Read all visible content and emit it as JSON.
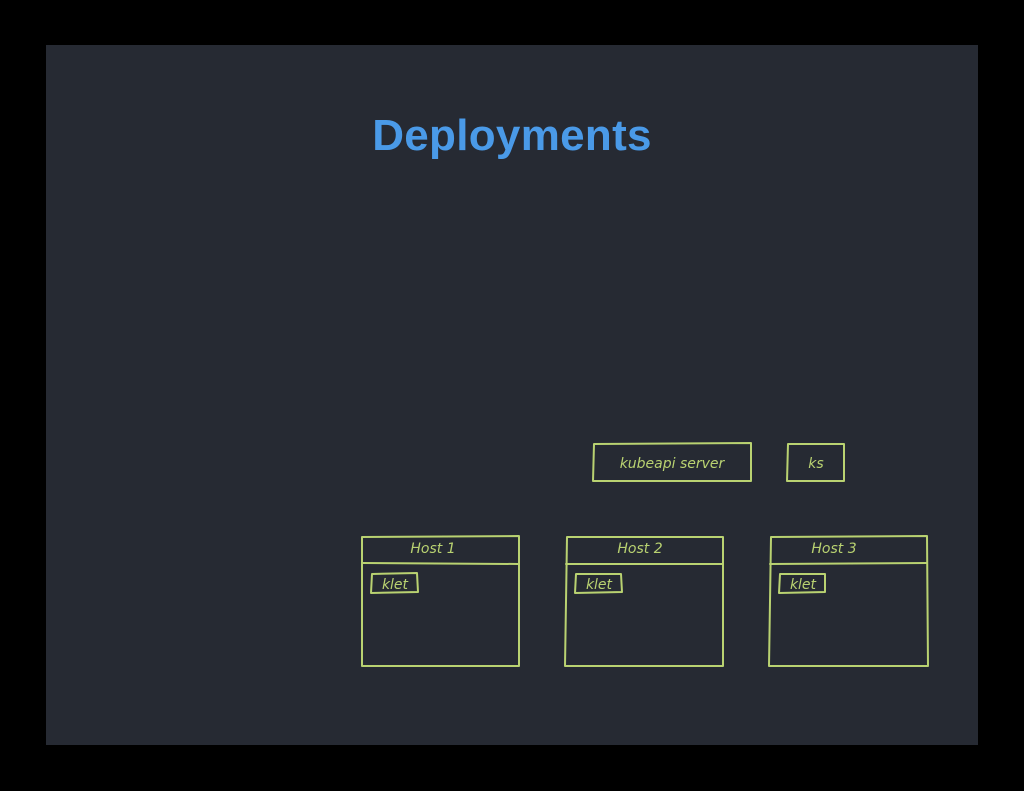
{
  "slide": {
    "title": "Deployments"
  },
  "diagram": {
    "control_plane": {
      "api_server_label": "kubeapi server",
      "scheduler_label": "ks"
    },
    "hosts": [
      {
        "title": "Host 1",
        "component": "klet"
      },
      {
        "title": "Host 2",
        "component": "klet"
      },
      {
        "title": "Host 3",
        "component": "klet"
      }
    ]
  },
  "colors": {
    "background": "#000000",
    "slide": "#262a33",
    "title": "#4a9ae8",
    "sketch": "#b9d271"
  }
}
